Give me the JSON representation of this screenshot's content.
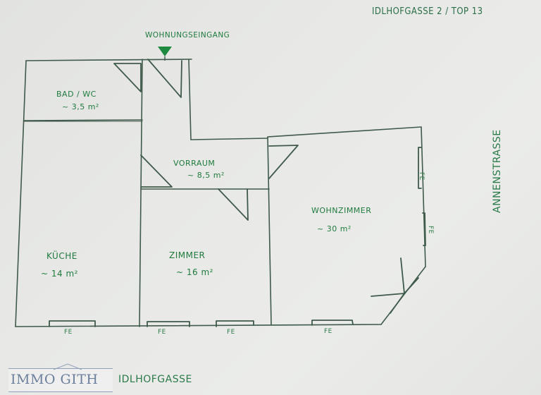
{
  "header": {
    "address": "IDLHOFGASSE 2 / TOP 13"
  },
  "entrance": {
    "label": "WOHNUNGSEINGANG",
    "marker_color": "#1e8a40"
  },
  "rooms": [
    {
      "id": "bad",
      "name": "BAD / WC",
      "area": "~ 3,5 m²"
    },
    {
      "id": "vorraum",
      "name": "VORRAUM",
      "area": "~ 8,5 m²"
    },
    {
      "id": "wohnzimmer",
      "name": "WOHNZIMMER",
      "area": "~ 30 m²"
    },
    {
      "id": "kueche",
      "name": "KÜCHE",
      "area": "~ 14 m²"
    },
    {
      "id": "zimmer",
      "name": "ZIMMER",
      "area": "~ 16 m²"
    }
  ],
  "windows": [
    {
      "id": "fe-kueche",
      "label": "FE"
    },
    {
      "id": "fe-zimmer-1",
      "label": "FE"
    },
    {
      "id": "fe-zimmer-2",
      "label": "FE"
    },
    {
      "id": "fe-wohnzimmer-bottom",
      "label": "FE"
    },
    {
      "id": "fe-wohnzimmer-right-1",
      "label": "FE"
    },
    {
      "id": "fe-wohnzimmer-right-2",
      "label": "FE"
    }
  ],
  "streets": {
    "right": "ANNENSTRASSE",
    "bottom": "IDLHOFGASSE"
  },
  "logo": {
    "text": "IMMO GITH",
    "color": "#6c7f9c"
  },
  "colors": {
    "wall": "#3f5a4a",
    "ink": "#1f7a3e",
    "paper": "#e8e9e7"
  }
}
